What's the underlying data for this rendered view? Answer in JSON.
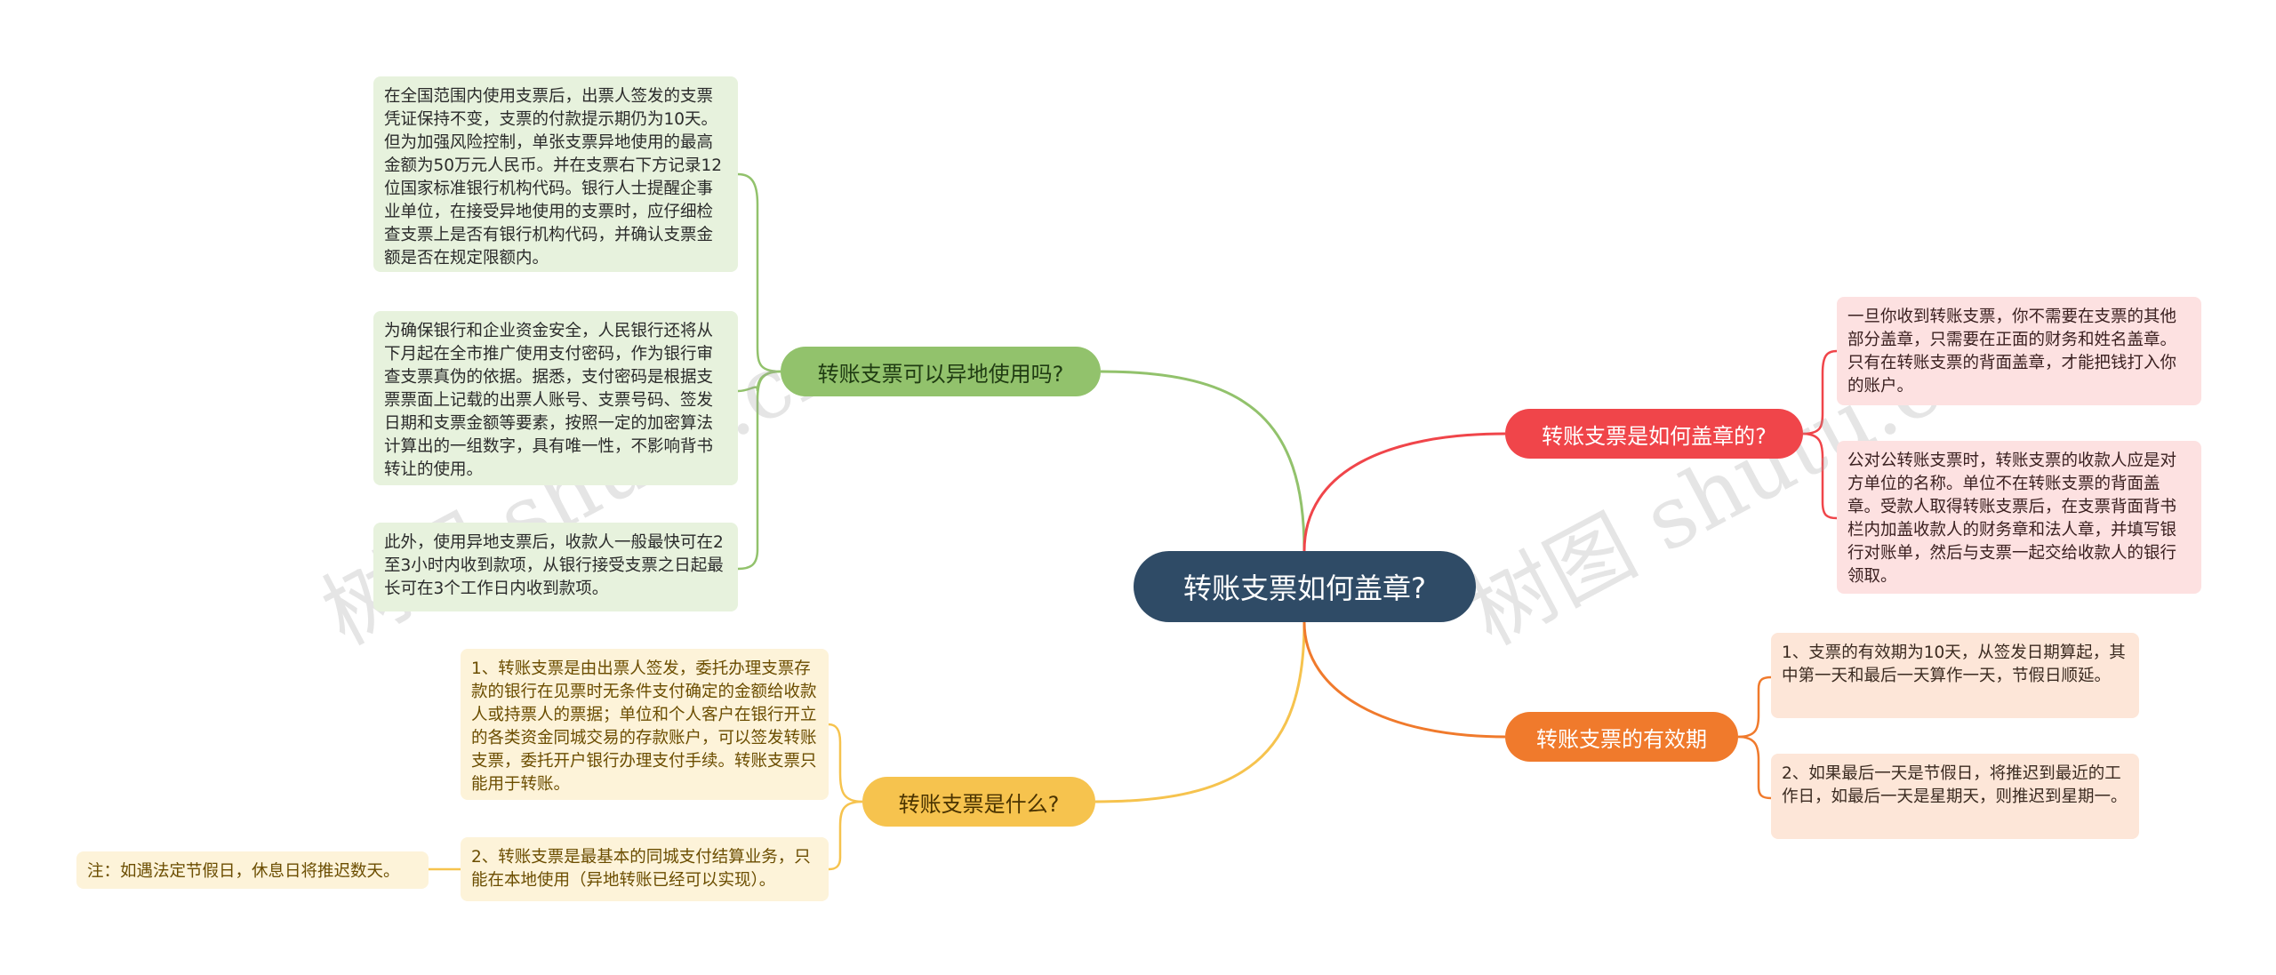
{
  "root": {
    "label": "转账支票如何盖章?"
  },
  "branches": {
    "green": {
      "label": "转账支票可以异地使用吗?",
      "leaves": [
        "在全国范围内使用支票后，出票人签发的支票凭证保持不变，支票的付款提示期仍为10天。但为加强风险控制，单张支票异地使用的最高金额为50万元人民币。并在支票右下方记录12位国家标准银行机构代码。银行人士提醒企事业单位，在接受异地使用的支票时，应仔细检查支票上是否有银行机构代码，并确认支票金额是否在规定限额内。",
        "为确保银行和企业资金安全，人民银行还将从下月起在全市推广使用支付密码，作为银行审查支票真伪的依据。据悉，支付密码是根据支票票面上记载的出票人账号、支票号码、签发日期和支票金额等要素，按照一定的加密算法计算出的一组数字，具有唯一性，不影响背书转让的使用。",
        "此外，使用异地支票后，收款人一般最快可在2至3小时内收到款项，从银行接受支票之日起最长可在3个工作日内收到款项。"
      ]
    },
    "yellow": {
      "label": "转账支票是什么?",
      "leaves": [
        "1、转账支票是由出票人签发，委托办理支票存款的银行在见票时无条件支付确定的金额给收款人或持票人的票据；单位和个人客户在银行开立的各类资金同城交易的存款账户，可以签发转账支票，委托开户银行办理支付手续。转账支票只能用于转账。",
        "2、转账支票是最基本的同城支付结算业务，只能在本地使用（异地转账已经可以实现）。"
      ],
      "note": "注：如遇法定节假日，休息日将推迟数天。"
    },
    "red": {
      "label": "转账支票是如何盖章的?",
      "leaves": [
        "一旦你收到转账支票，你不需要在支票的其他部分盖章，只需要在正面的财务和姓名盖章。只有在转账支票的背面盖章，才能把钱打入你的账户。",
        "公对公转账支票时，转账支票的收款人应是对方单位的名称。单位不在转账支票的背面盖章。受款人取得转账支票后，在支票背面背书栏内加盖收款人的财务章和法人章，并填写银行对账单，然后与支票一起交给收款人的银行领取。"
      ]
    },
    "orange": {
      "label": "转账支票的有效期",
      "leaves": [
        "1、支票的有效期为10天，从签发日期算起，其中第一天和最后一天算作一天，节假日顺延。",
        "2、如果最后一天是节假日，将推迟到最近的工作日，如最后一天是星期天，则推迟到星期一。"
      ]
    }
  },
  "watermarks": [
    "树图 shutu.cn",
    "树图 shutu.cn"
  ],
  "colors": {
    "root": "#2f4b66",
    "green": "#92c26c",
    "yellow": "#f6c34e",
    "red": "#f0454a",
    "orange": "#f07a2c"
  }
}
